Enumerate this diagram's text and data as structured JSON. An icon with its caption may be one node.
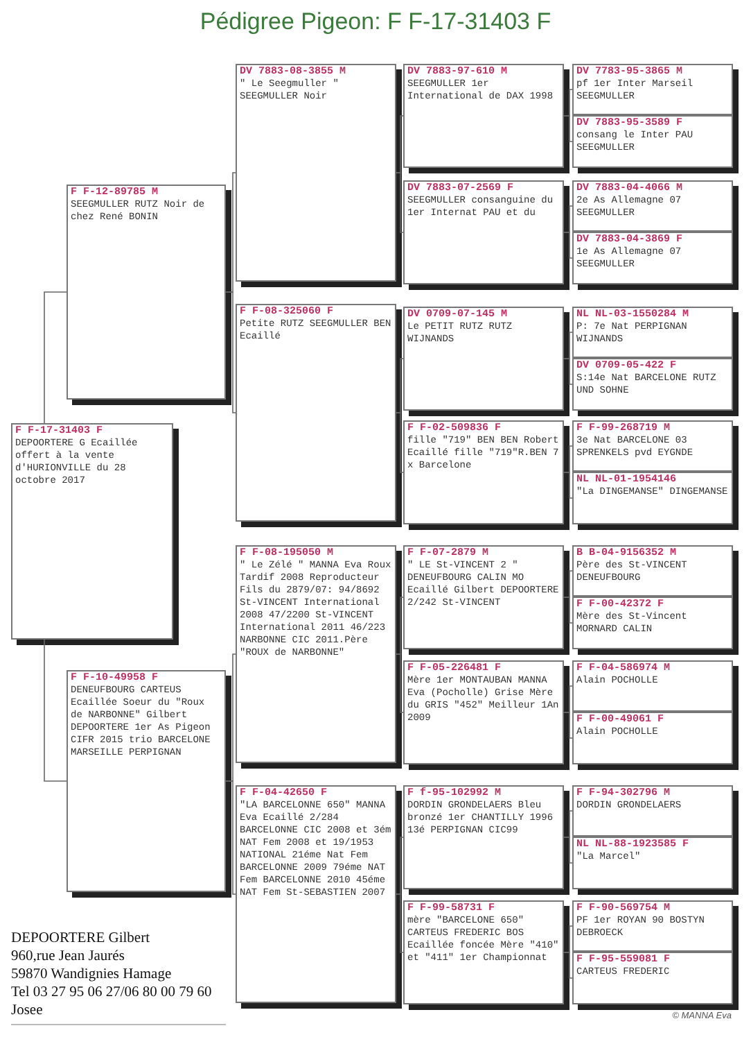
{
  "diagram": {
    "title": "Pédigree Pigeon: F F-17-31403 F",
    "nodes": [
      {
        "text": [
          "F F-17-31403 F",
          "DEPOORTERE G Ecaillée offert à la vente d'HURIONVILLE du 28 octobre 2017"
        ]
      },
      {
        "text": [
          "F F-12-89785 M",
          "SEEGMULLER RUTZ Noir de chez René BONIN"
        ]
      },
      {
        "text": [
          "F F-10-49958 F",
          "DENEUFBOURG CARTEUS Ecaillée Soeur du \"Roux de NARBONNE\" Gilbert DEPOORTERE 1er As Pigeon CIFR 2015 trio BARCELONE MARSEILLE PERPIGNAN"
        ]
      },
      {
        "text": [
          "DV 7883-08-3855 M",
          "\" Le Seegmuller \" SEEGMULLER Noir"
        ]
      },
      {
        "text": [
          "F F-08-325060 F",
          "Petite RUTZ SEEGMULLER BEN Ecaillé"
        ]
      },
      {
        "text": [
          "F F-08-195050 M",
          "\" Le Zélé \" MANNA Eva Roux Tardif 2008 Reproducteur Fils du 2879/07: 94/8692 St-VINCENT International 2008 47/2200 St-VINCENT International 2011 46/223 NARBONNE CIC 2011.Père \"ROUX de NARBONNE\""
        ]
      },
      {
        "text": [
          "F F-04-42650 F",
          "\"LA BARCELONNE 650\" MANNA Eva Ecaillé 2/284 BARCELONNE CIC 2008 et 3ém NAT Fem 2008 et 19/1953 NATIONAL 21éme Nat Fem BARCELONNE 2009 79éme NAT Fem BARCELONNE 2010 45éme NAT Fem St-SEBASTIEN 2007"
        ]
      },
      {
        "text": [
          "DV 7883-97-610 M",
          "SEEGMULLER 1er International de DAX 1998"
        ]
      },
      {
        "text": [
          "DV 7883-07-2569 F",
          "SEEGMULLER consanguine du 1er Internat PAU et du"
        ]
      },
      {
        "text": [
          "DV 0709-07-145 M",
          "Le PETIT RUTZ RUTZ WIJNANDS"
        ]
      },
      {
        "text": [
          "F F-02-509836 F",
          "fille \"719\" BEN BEN Robert Ecaillé fille \"719\"R.BEN 7 x Barcelone"
        ]
      },
      {
        "text": [
          "F F-07-2879 M",
          "\" LE St-VINCENT 2 \" DENEUFBOURG CALIN MO Ecaillé Gilbert DEPOORTERE 2/242 St-VINCENT"
        ]
      },
      {
        "text": [
          "F F-05-226481 F",
          "Mère 1er MONTAUBAN MANNA Eva (Pocholle) Grise Mère du GRIS \"452\" Meilleur 1An 2009"
        ]
      },
      {
        "text": [
          "F f-95-102992 M",
          "DORDIN GRONDELAERS Bleu bronzé 1er CHANTILLY 1996 13é PERPIGNAN CIC99"
        ]
      },
      {
        "text": [
          "F F-99-58731 F",
          "mère \"BARCELONE 650\" CARTEUS FREDERIC BOS Ecaillée foncée Mère \"410\" et \"411\" 1er Championnat"
        ]
      },
      {
        "text": [
          "DV 7783-95-3865 M",
          "pf 1er Inter Marseil SEEGMULLER"
        ]
      },
      {
        "text": [
          "DV 7883-95-3589 F",
          "consang le Inter PAU SEEGMULLER"
        ]
      },
      {
        "text": [
          "DV 7883-04-4066 M",
          "2e As Allemagne 07 SEEGMULLER"
        ]
      },
      {
        "text": [
          "DV 7883-04-3869 F",
          "1e As Allemagne 07 SEEGMULLER"
        ]
      },
      {
        "text": [
          "NL NL-03-1550284 M",
          "P: 7e Nat PERPIGNAN WIJNANDS"
        ]
      },
      {
        "text": [
          "DV 0709-05-422 F",
          "S:14e Nat BARCELONE RUTZ UND SOHNE"
        ]
      },
      {
        "text": [
          "F F-99-268719 M",
          "3e Nat BARCELONE 03 SPRENKELS pvd EYGNDE"
        ]
      },
      {
        "text": [
          "NL NL-01-1954146",
          "\"La DINGEMANSE\" DINGEMANSE"
        ]
      },
      {
        "text": [
          "B B-04-9156352 M",
          "Père des St-VINCENT DENEUFBOURG"
        ]
      },
      {
        "text": [
          "F F-00-42372 F",
          "Mère des St-Vincent MORNARD CALIN"
        ]
      },
      {
        "text": [
          "F F-04-586974 M",
          "Alain POCHOLLE"
        ]
      },
      {
        "text": [
          "F F-00-49061 F",
          "Alain POCHOLLE"
        ]
      },
      {
        "text": [
          "F F-94-302796 M",
          "DORDIN GRONDELAERS"
        ]
      },
      {
        "text": [
          "NL NL-88-1923585 F",
          "\"La Marcel\""
        ]
      },
      {
        "text": [
          "F F-90-569754 M",
          "PF 1er ROYAN 90 BOSTYN DEBROECK"
        ]
      },
      {
        "text": [
          "F F-95-559081 F",
          "CARTEUS FREDERIC"
        ]
      }
    ],
    "edges": [
      {
        "from": 0,
        "to": 1,
        "arrow": "none"
      },
      {
        "from": 0,
        "to": 2,
        "arrow": "none"
      },
      {
        "from": 1,
        "to": 3,
        "arrow": "none"
      },
      {
        "from": 1,
        "to": 4,
        "arrow": "none"
      },
      {
        "from": 2,
        "to": 5,
        "arrow": "none"
      },
      {
        "from": 2,
        "to": 6,
        "arrow": "none"
      },
      {
        "from": 3,
        "to": 7,
        "arrow": "none"
      },
      {
        "from": 3,
        "to": 8,
        "arrow": "none"
      },
      {
        "from": 4,
        "to": 9,
        "arrow": "none"
      },
      {
        "from": 4,
        "to": 10,
        "arrow": "none"
      },
      {
        "from": 5,
        "to": 11,
        "arrow": "none"
      },
      {
        "from": 5,
        "to": 12,
        "arrow": "none"
      },
      {
        "from": 6,
        "to": 13,
        "arrow": "none"
      },
      {
        "from": 6,
        "to": 14,
        "arrow": "none"
      },
      {
        "from": 7,
        "to": 15,
        "arrow": "none"
      },
      {
        "from": 7,
        "to": 16,
        "arrow": "none"
      },
      {
        "from": 8,
        "to": 17,
        "arrow": "none"
      },
      {
        "from": 8,
        "to": 18,
        "arrow": "none"
      },
      {
        "from": 9,
        "to": 19,
        "arrow": "none"
      },
      {
        "from": 9,
        "to": 20,
        "arrow": "none"
      },
      {
        "from": 10,
        "to": 21,
        "arrow": "none"
      },
      {
        "from": 10,
        "to": 22,
        "arrow": "none"
      },
      {
        "from": 11,
        "to": 23,
        "arrow": "none"
      },
      {
        "from": 11,
        "to": 24,
        "arrow": "none"
      },
      {
        "from": 12,
        "to": 25,
        "arrow": "none"
      },
      {
        "from": 12,
        "to": 26,
        "arrow": "none"
      },
      {
        "from": 13,
        "to": 27,
        "arrow": "none"
      },
      {
        "from": 13,
        "to": 28,
        "arrow": "none"
      },
      {
        "from": 14,
        "to": 29,
        "arrow": "none"
      },
      {
        "from": 14,
        "to": 30,
        "arrow": "none"
      }
    ],
    "labels": [
      "DEPOORTERE Gilbert",
      "960,rue Jean Jaurés",
      "59870 Wandignies Hamage",
      "Tel 03 27 95 06 27/06 80 00 79 60",
      "Josee",
      "© MANNA Eva"
    ]
  }
}
